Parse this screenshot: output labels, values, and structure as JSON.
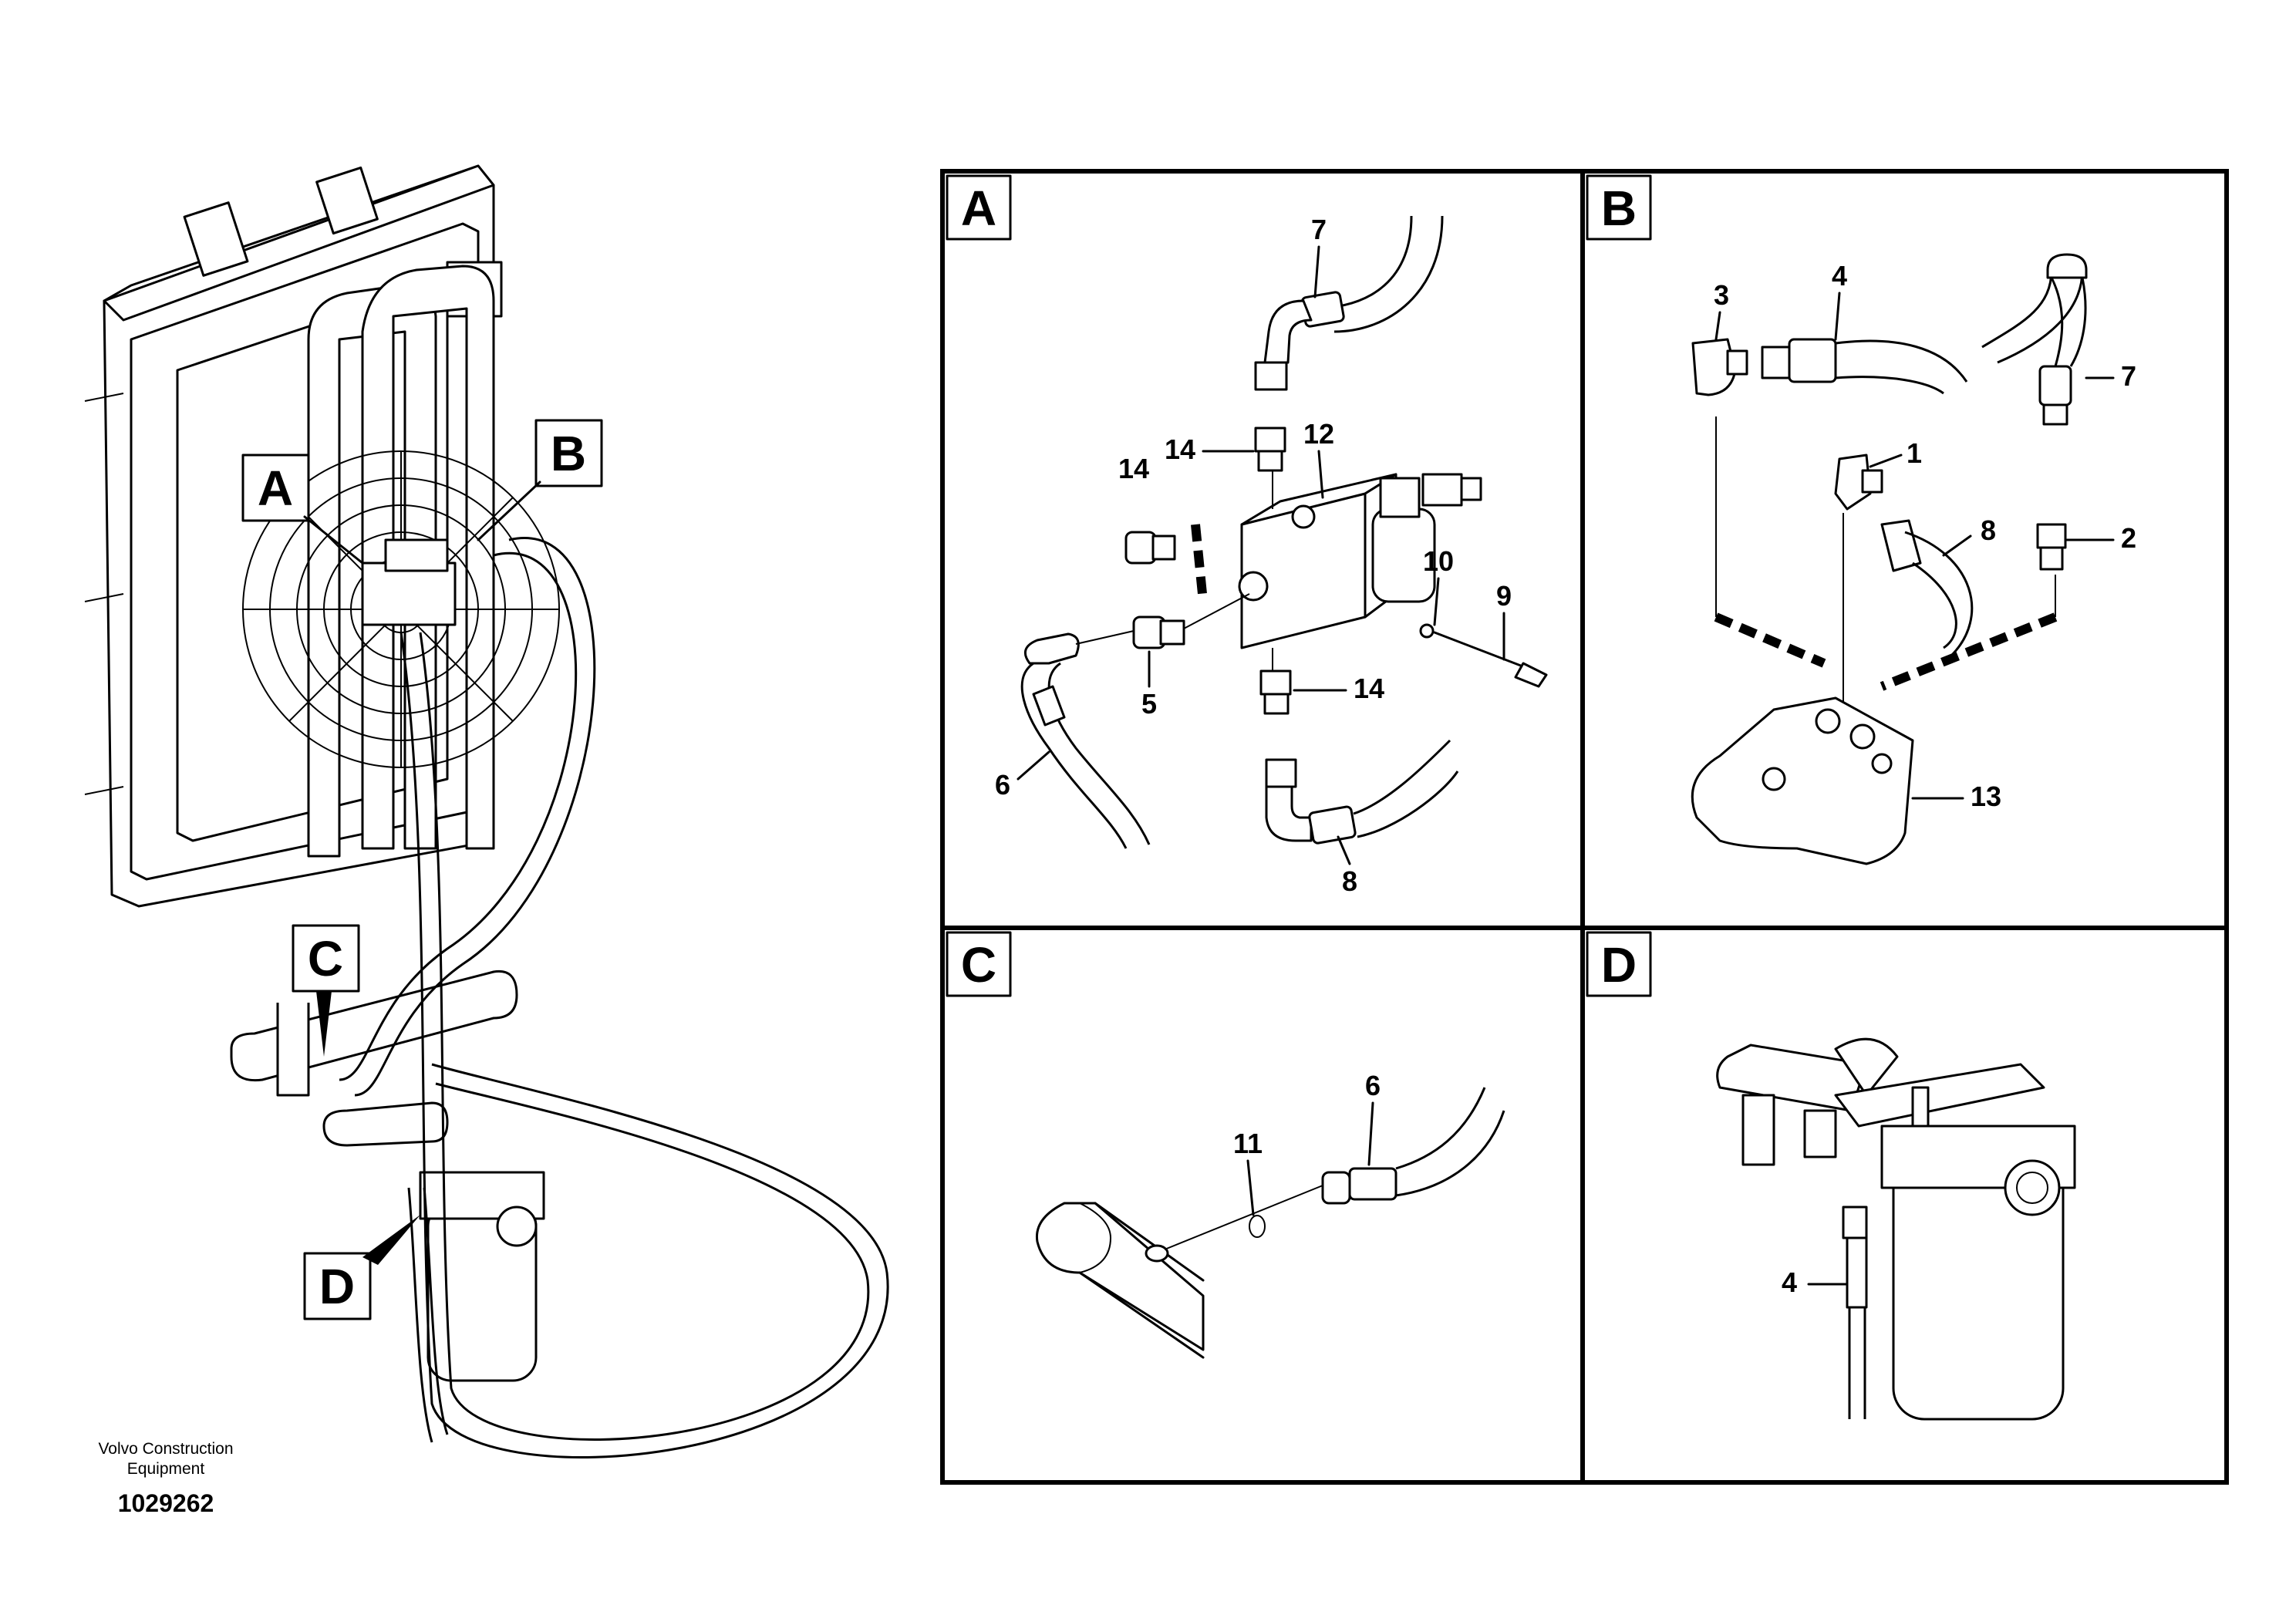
{
  "callouts": {
    "A": "A",
    "B": "B",
    "C": "C",
    "D": "D"
  },
  "panels": {
    "A": {
      "label": "A",
      "parts": [
        "7",
        "14",
        "12",
        "14",
        "10",
        "9",
        "5",
        "14",
        "6",
        "8"
      ]
    },
    "B": {
      "label": "B",
      "parts": [
        "3",
        "4",
        "7",
        "1",
        "8",
        "2",
        "13"
      ]
    },
    "C": {
      "label": "C",
      "parts": [
        "6",
        "11"
      ]
    },
    "D": {
      "label": "D",
      "parts": [
        "4"
      ]
    }
  },
  "footer": {
    "company_line1": "Volvo Construction",
    "company_line2": "Equipment",
    "doc_number": "1029262"
  }
}
